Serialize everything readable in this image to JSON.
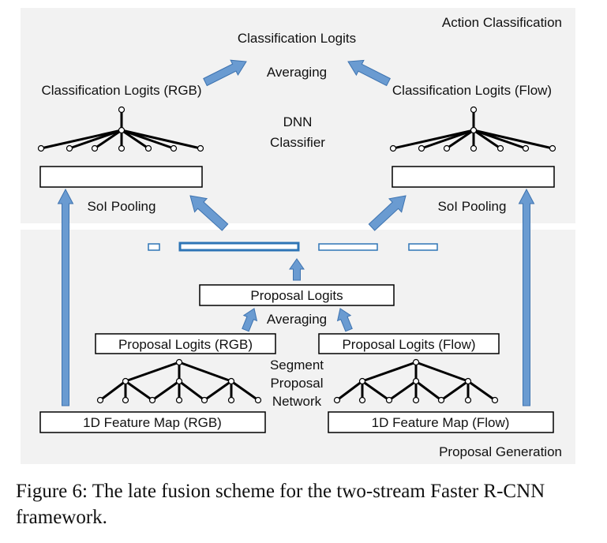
{
  "sections": {
    "action_classification": "Action Classification",
    "proposal_generation": "Proposal Generation"
  },
  "labels": {
    "classification_logits": "Classification Logits",
    "averaging_top": "Averaging",
    "classification_logits_rgb": "Classification Logits (RGB)",
    "classification_logits_flow": "Classification Logits (Flow)",
    "dnn_classifier_line1": "DNN",
    "dnn_classifier_line2": "Classifier",
    "soi_pooling_left": "SoI Pooling",
    "soi_pooling_right": "SoI Pooling",
    "proposal_logits": "Proposal Logits",
    "averaging_bottom": "Averaging",
    "proposal_logits_rgb": "Proposal Logits (RGB)",
    "proposal_logits_flow": "Proposal Logits (Flow)",
    "segment_proposal_line1": "Segment",
    "segment_proposal_line2": "Proposal",
    "segment_proposal_line3": "Network",
    "feature_map_rgb": "1D Feature Map (RGB)",
    "feature_map_flow": "1D Feature Map (Flow)"
  },
  "caption": "Figure 6:  The late fusion scheme for the two-stream Faster R-CNN framework.",
  "colors": {
    "panel": "#f2f2f2",
    "arrow_fill": "#6a9bd1",
    "arrow_stroke": "#3d73b0",
    "segment_stroke": "#2e75b6",
    "ink": "#000000"
  }
}
